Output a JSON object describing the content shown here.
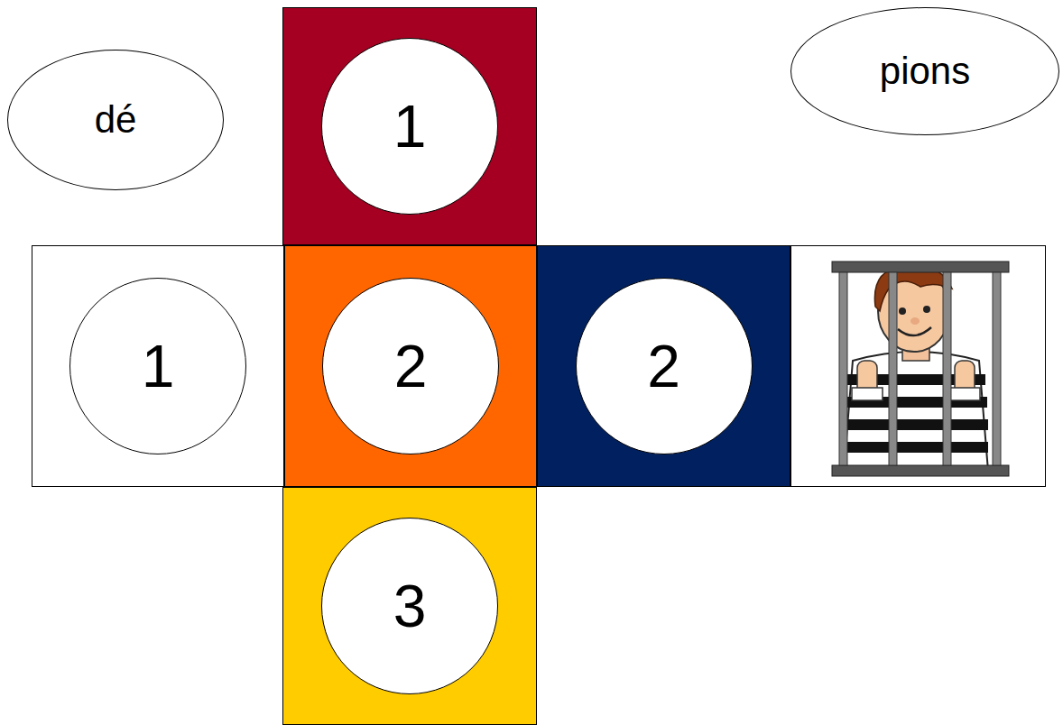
{
  "diagram": {
    "nodes": [
      {
        "text": [
          "dé"
        ]
      },
      {
        "text": [
          "1"
        ]
      },
      {
        "text": [
          "pions"
        ]
      },
      {
        "text": [
          "1"
        ]
      },
      {
        "text": [
          "2"
        ]
      },
      {
        "text": [
          "2"
        ]
      },
      {
        "text": [
          "3"
        ]
      }
    ]
  }
}
